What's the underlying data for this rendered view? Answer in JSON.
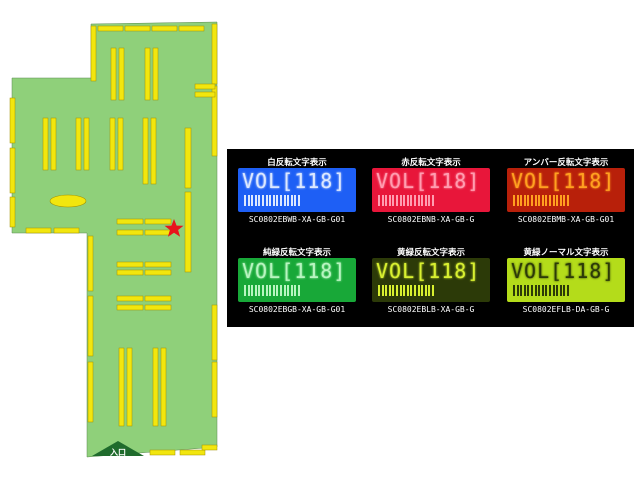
{
  "map": {
    "entrance_label": "入口",
    "floor_color": "#8fd07a",
    "wall_color": "#f2e60e",
    "shelf_color": "#f2e60e",
    "marker_color": "#e8141c",
    "marker_icon": "star-icon",
    "entrance_color": "#1f6b2c"
  },
  "modules": [
    {
      "title": "白反転文字表示",
      "display": "VOL[118]",
      "model": "SC0802EBWB-XA-GB-G01",
      "bg": "#1e5ff5",
      "text_color": "#dce8ff"
    },
    {
      "title": "赤反転文字表示",
      "display": "VOL[118]",
      "model": "SC0802EBNB-XA-GB-G",
      "bg": "#e8163a",
      "text_color": "#ff9db0"
    },
    {
      "title": "アンバー反転文字表示",
      "display": "VOL[118]",
      "model": "SC0802EBMB-XA-GB-G01",
      "bg": "#b8200a",
      "text_color": "#ffa020"
    },
    {
      "title": "純緑反転文字表示",
      "display": "VOL[118]",
      "model": "SC0802EBGB-XA-GB-G01",
      "bg": "#18a838",
      "text_color": "#b8f5c0"
    },
    {
      "title": "黄緑反転文字表示",
      "display": "VOL[118]",
      "model": "SC0802EBLB-XA-GB-G",
      "bg": "#2c3a08",
      "text_color": "#d8f030"
    },
    {
      "title": "黄緑ノーマル文字表示",
      "display": "VOL[118]",
      "model": "SC0802EFLB-DA-GB-G",
      "bg": "#b4dc1a",
      "text_color": "#2c3a08"
    }
  ]
}
